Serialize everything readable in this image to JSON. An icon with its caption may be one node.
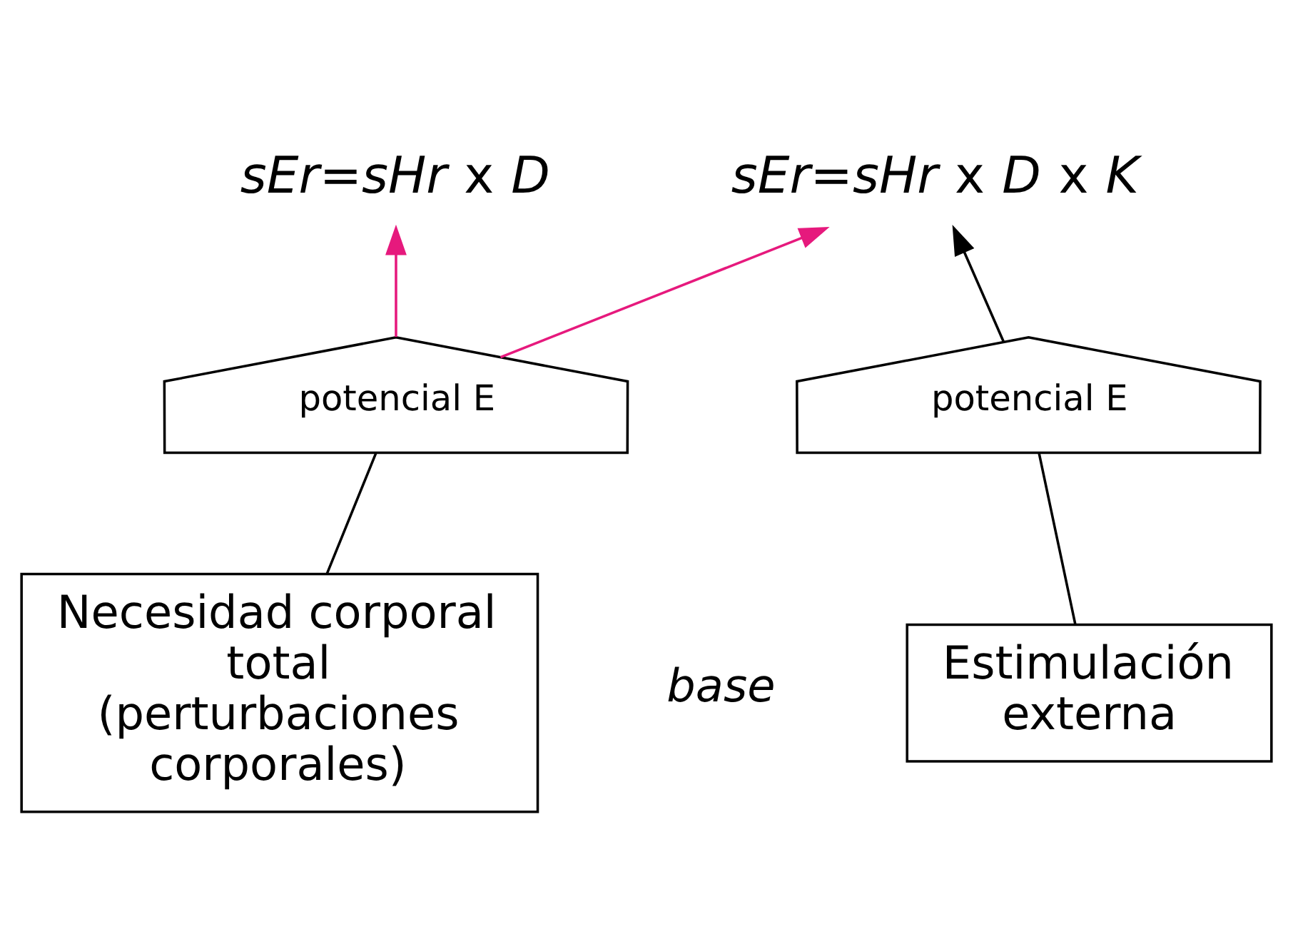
{
  "diagram": {
    "nodes": [
      {
        "text": [
          "*sEr=sHr* x *D*"
        ]
      },
      {
        "text": [
          "*sEr=sHr* x *D* x *K*"
        ]
      },
      {
        "text": [
          "potencial E"
        ]
      },
      {
        "text": [
          "potencial E"
        ]
      },
      {
        "text": [
          "Estimulación externa"
        ]
      },
      {
        "text": [
          "Necesidad corporal total (perturbaciones corporales)"
        ]
      }
    ],
    "edges": [
      {
        "from": 5,
        "to": 2,
        "arrow": "none"
      },
      {
        "from": 4,
        "to": 3,
        "arrow": "none"
      },
      {
        "from": 2,
        "to": 0,
        "arrow": "to",
        "color": "#e6197d"
      },
      {
        "from": 2,
        "to": 1,
        "arrow": "to",
        "color": "#e6197d"
      },
      {
        "from": 3,
        "to": 1,
        "arrow": "to"
      }
    ],
    "labels": [
      "*base*"
    ]
  }
}
